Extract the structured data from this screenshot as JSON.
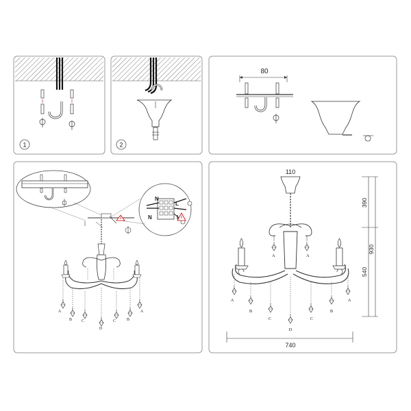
{
  "panels": {
    "step1": {
      "number": "1"
    },
    "step2": {
      "number": "2"
    },
    "mount": {
      "width_label": "80"
    },
    "wiring": {
      "terminal_n": "N",
      "terminal_l": "L",
      "terminal_n2": "N",
      "terminal_l2": "L"
    },
    "dimensions": {
      "top_width": "110",
      "chain_height": "390",
      "total_height": "930",
      "body_height": "540",
      "total_width": "740"
    }
  },
  "crystal_labels_small": [
    "A",
    "B",
    "C",
    "D",
    "C",
    "B",
    "A"
  ],
  "crystal_labels_large": {
    "upper": [
      "A",
      "A"
    ],
    "lower": [
      "A",
      "B",
      "C",
      "D",
      "C",
      "B",
      "A"
    ]
  },
  "colors": {
    "border": "#9a9a9a",
    "line": "#333333",
    "accent": "#cc0000"
  }
}
